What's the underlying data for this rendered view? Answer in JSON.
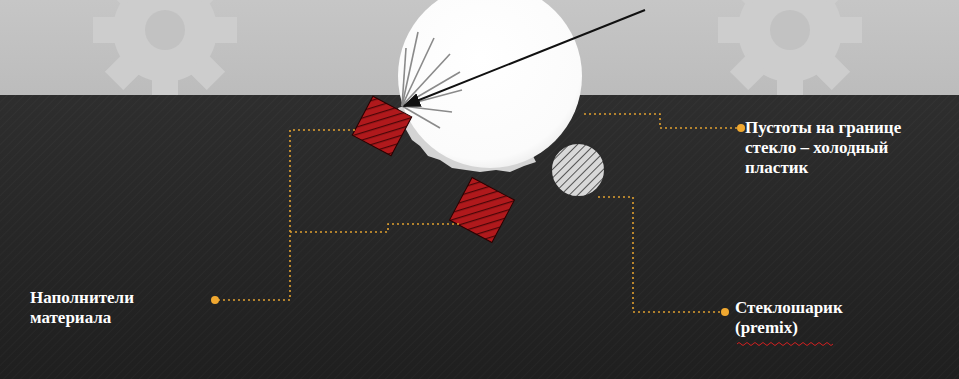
{
  "diagram": {
    "labels": [
      "Пустоты на границе стекло – холодный пластик",
      "Стеклошарик (premix)",
      "Наполнители материала"
    ]
  }
}
